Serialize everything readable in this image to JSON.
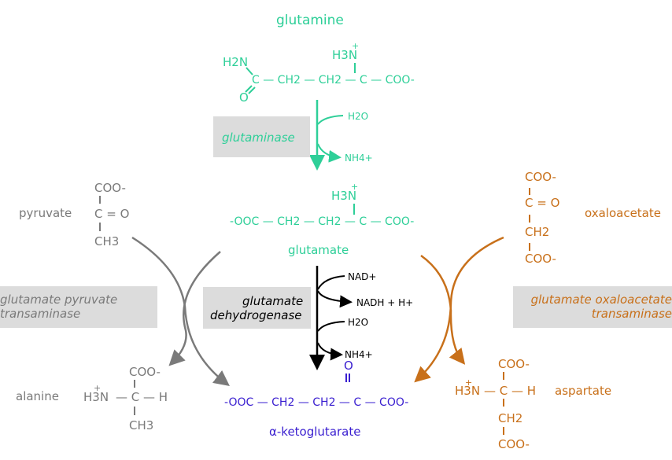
{
  "colors": {
    "glutamine_series": "#2ecf98",
    "gdh": "#000000",
    "gpt": "#7a7a7a",
    "got": "#c8701a",
    "akg": "#3a1fd0",
    "enzyme_box": "#dcdcdc"
  },
  "glutamine": {
    "name": "glutamine",
    "h2n": "H2N",
    "nh3": "H3N",
    "plus": "+",
    "chain": "C — CH2 — CH2 — C — COO-",
    "o": "O"
  },
  "glutaminase": {
    "label": "glutaminase",
    "input": "H2O",
    "output": "NH4+"
  },
  "glutamate": {
    "name": "glutamate",
    "nh3": "H3N",
    "plus": "+",
    "chain": "-OOC — CH2 — CH2 — C — COO-"
  },
  "gdh": {
    "label_line1": "glutamate",
    "label_line2": "dehydrogenase",
    "nad": "NAD+",
    "nadh": "NADH + H+",
    "h2o": "H2O",
    "nh4": "NH4+"
  },
  "akg": {
    "name": "α-ketoglutarate",
    "o": "O",
    "chain": "-OOC — CH2 — CH2 — C — COO-"
  },
  "pyruvate": {
    "name": "pyruvate",
    "coo": "COO-",
    "c_o": "C = O",
    "ch3": "CH3"
  },
  "gpt": {
    "label_line1": "glutamate pyruvate",
    "label_line2": "transaminase"
  },
  "alanine": {
    "name": "alanine",
    "coo": "COO-",
    "nh3": "H3N",
    "plus": "+",
    "center": "— C — H",
    "ch3": "CH3"
  },
  "oxaloacetate": {
    "name": "oxaloacetate",
    "coo_top": "COO-",
    "c_o": "C = O",
    "ch2": "CH2",
    "coo_bottom": "COO-"
  },
  "got": {
    "label_line1": "glutamate oxaloacetate",
    "label_line2": "transaminase"
  },
  "aspartate": {
    "name": "aspartate",
    "coo_top": "COO-",
    "nh3": "H3N",
    "plus": "+",
    "center": "— C — H",
    "ch2": "CH2",
    "coo_bottom": "COO-"
  }
}
